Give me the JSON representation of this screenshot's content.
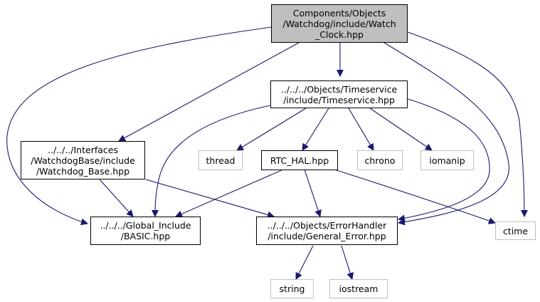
{
  "colors": {
    "edge": "#191970",
    "main_fill": "#bfbfbf",
    "doc_border": "#000000",
    "sys_border": "#bfbfbf",
    "background": "#ffffff"
  },
  "nodes": {
    "watch_clock": {
      "lines": [
        "Components/Objects",
        "/Watchdog/include/Watch",
        "_Clock.hpp"
      ]
    },
    "timeservice": {
      "lines": [
        "../../../Objects/Timeservice",
        "/include/Timeservice.hpp"
      ]
    },
    "watchdog_base": {
      "lines": [
        "../../../Interfaces",
        "/WatchdogBase/include",
        "/Watchdog_Base.hpp"
      ]
    },
    "thread": {
      "lines": [
        "thread"
      ]
    },
    "rtc_hal": {
      "lines": [
        "RTC_HAL.hpp"
      ]
    },
    "chrono": {
      "lines": [
        "chrono"
      ]
    },
    "iomanip": {
      "lines": [
        "iomanip"
      ]
    },
    "basic": {
      "lines": [
        "../../../Global_Include",
        "/BASIC.hpp"
      ]
    },
    "general_error": {
      "lines": [
        "../../../Objects/ErrorHandler",
        "/include/General_Error.hpp"
      ]
    },
    "ctime": {
      "lines": [
        "ctime"
      ]
    },
    "string": {
      "lines": [
        "string"
      ]
    },
    "iostream": {
      "lines": [
        "iostream"
      ]
    }
  }
}
